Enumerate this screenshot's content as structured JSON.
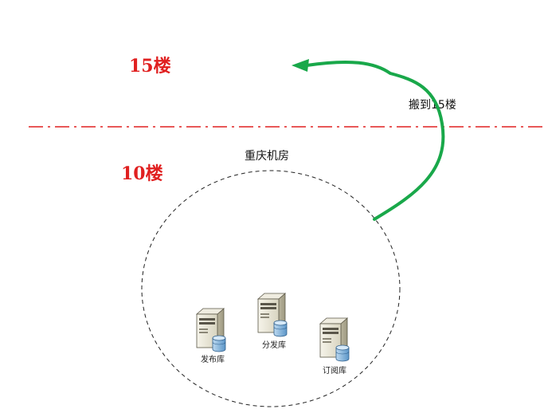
{
  "floors": {
    "upper": {
      "label": "15楼"
    },
    "lower": {
      "label": "10楼"
    }
  },
  "room": {
    "label": "重庆机房"
  },
  "move": {
    "label": "搬到15楼"
  },
  "servers": [
    {
      "label": "发布库"
    },
    {
      "label": "分发库"
    },
    {
      "label": "订阅库"
    }
  ],
  "colors": {
    "floor_label": "#e02020",
    "divider": "#e02020",
    "arrow": "#19a84a",
    "server_body": "#e9e6d6",
    "db_icon": "#7fb2dc"
  },
  "icons": {
    "server": "server-icon",
    "database": "database-icon",
    "arrow": "move-arrow"
  }
}
